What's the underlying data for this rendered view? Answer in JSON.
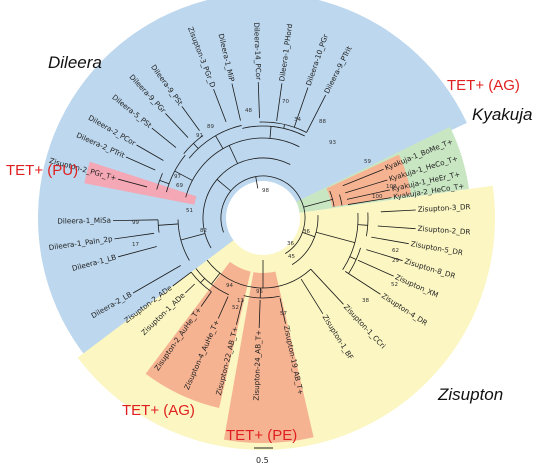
{
  "colors": {
    "dileera": "#bcd7ee",
    "zisupton": "#fbf6c2",
    "kyakuja": "#c9e6c3",
    "tet_orange": "#f6b392",
    "tet_pink": "#f4a8b5",
    "tet_text": "#e02020"
  },
  "clade_labels": {
    "dileera": "Dileera",
    "kyakuja": "Kyakuja",
    "zisupton": "Zisupton"
  },
  "tet_labels": {
    "pu": "TET+ (PU)",
    "ag_top": "TET+ (AG)",
    "ag_bottom": "TET+ (AG)",
    "pe": "TET+ (PE)"
  },
  "scale_bar": {
    "label": "0.5"
  },
  "leaves": [
    "Dileera-1_LB",
    "Dileera-1_Paln_2p",
    "Dileera-1_MiSa",
    "Dileera-2_LB",
    "Zisupton-2_PGr_T+",
    "Dileera-2_PTrit",
    "Dileera-2_PCor",
    "Dileera-5_PSt",
    "Dileera-9_PGr",
    "Dileera-9_PSt",
    "Zisupton-3_PGr_D",
    "Dileera-1_MiP",
    "Dileera-14_PCor",
    "Dileera-1_PHord",
    "Dileera-10_PGr",
    "Dileera-9_PTrit",
    "Kyakuja-1_BoMe_T+",
    "Kyakuja-1_HeCo_T+",
    "Kyakuja-1_HeEr_T+",
    "Kyakuja-2_HeCo_T+",
    "Zisupton-3_DR",
    "Zisupton-2_DR",
    "Zisupton-5_DR",
    "Zisupton-8_DR",
    "Zisupton_XM",
    "Zisupton-4_DR",
    "Zisupton-1_CCri",
    "Zisupton-1_BF",
    "Zisupton-19_AB_T+",
    "Zisupton-24_AB_T+",
    "Zisupton-22_AB_T+",
    "Zisupton-4_AuHe_T+",
    "Zisupton-2_AuHe_T+",
    "Zisupton-1_ADe",
    "Zisupton-2_ADe"
  ],
  "bootstrap": [
    "98",
    "99",
    "17",
    "82",
    "51",
    "69",
    "97",
    "91",
    "89",
    "48",
    "70",
    "34",
    "88",
    "93",
    "59",
    "100",
    "100",
    "36",
    "45",
    "36",
    "62",
    "29",
    "52",
    "38",
    "95",
    "52",
    "94",
    "13",
    "57"
  ]
}
